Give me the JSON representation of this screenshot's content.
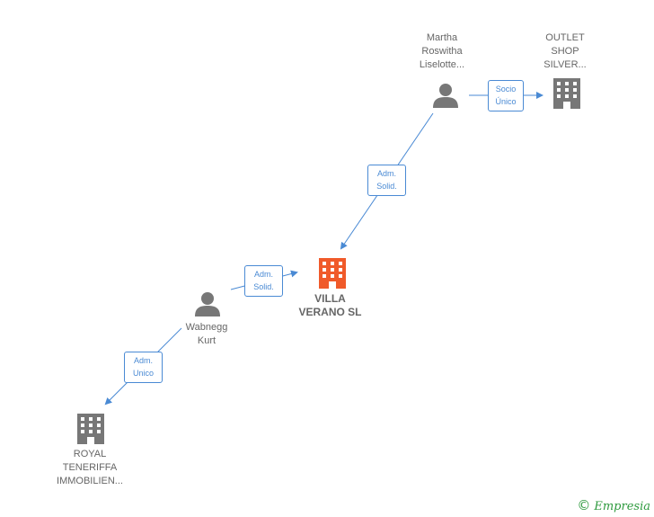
{
  "nodes": {
    "martha": {
      "lines": [
        "Martha",
        "Roswitha",
        "Liselotte..."
      ]
    },
    "outlet": {
      "lines": [
        "OUTLET",
        "SHOP",
        "SILVER..."
      ]
    },
    "villa": {
      "lines": [
        "VILLA",
        "VERANO SL"
      ]
    },
    "wabnegg": {
      "lines": [
        "Wabnegg",
        "Kurt"
      ]
    },
    "royal": {
      "lines": [
        "ROYAL",
        "TENERIFFA",
        "IMMOBILIEN..."
      ]
    }
  },
  "edges": {
    "martha_outlet": {
      "lines": [
        "Socio",
        "Único"
      ]
    },
    "martha_villa": {
      "lines": [
        "Adm.",
        "Solid."
      ]
    },
    "wabnegg_villa": {
      "lines": [
        "Adm.",
        "Solid."
      ]
    },
    "wabnegg_royal": {
      "lines": [
        "Adm.",
        "Unico"
      ]
    }
  },
  "brand": {
    "copyright": "©",
    "name": "Empresia"
  },
  "colors": {
    "edge": "#4a8ad4",
    "main_company": "#f05a2a",
    "entity": "#777777"
  }
}
